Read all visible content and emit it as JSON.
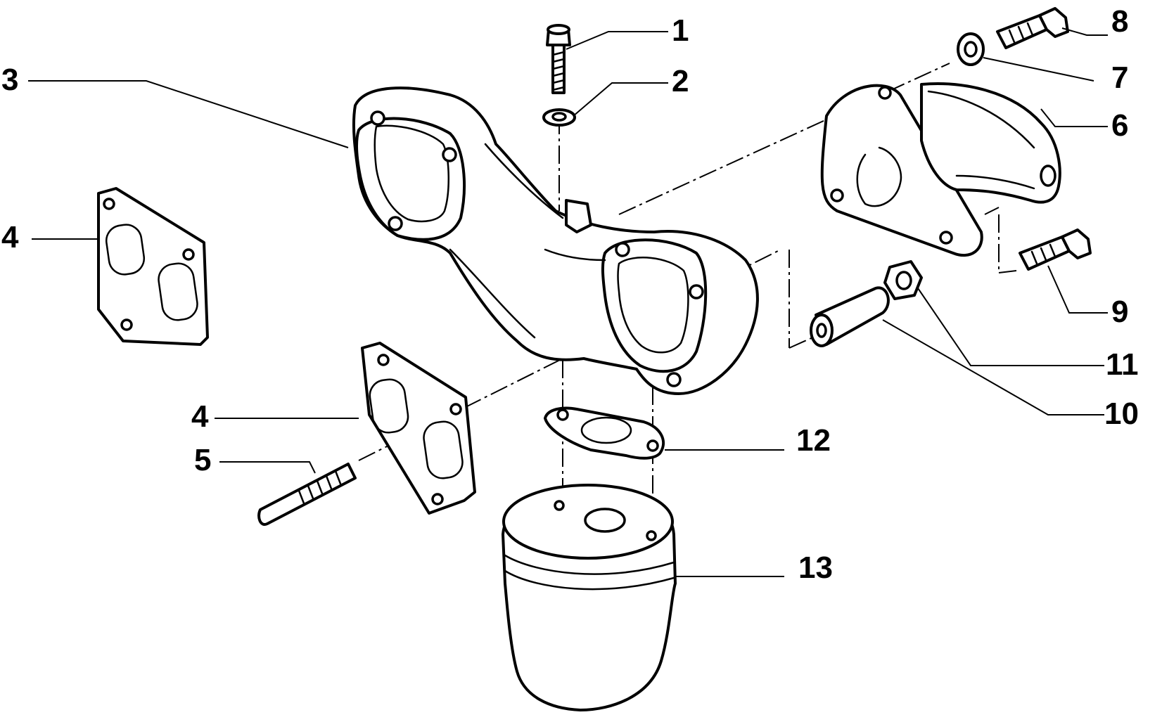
{
  "callouts": [
    {
      "id": "1",
      "label": "1"
    },
    {
      "id": "2",
      "label": "2"
    },
    {
      "id": "3",
      "label": "3"
    },
    {
      "id": "4a",
      "label": "4"
    },
    {
      "id": "4b",
      "label": "4"
    },
    {
      "id": "5",
      "label": "5"
    },
    {
      "id": "6",
      "label": "6"
    },
    {
      "id": "7",
      "label": "7"
    },
    {
      "id": "8",
      "label": "8"
    },
    {
      "id": "9",
      "label": "9"
    },
    {
      "id": "10",
      "label": "10"
    },
    {
      "id": "11",
      "label": "11"
    },
    {
      "id": "12",
      "label": "12"
    },
    {
      "id": "13",
      "label": "13"
    }
  ],
  "colors": {
    "ink": "#000000",
    "paper": "#ffffff"
  }
}
